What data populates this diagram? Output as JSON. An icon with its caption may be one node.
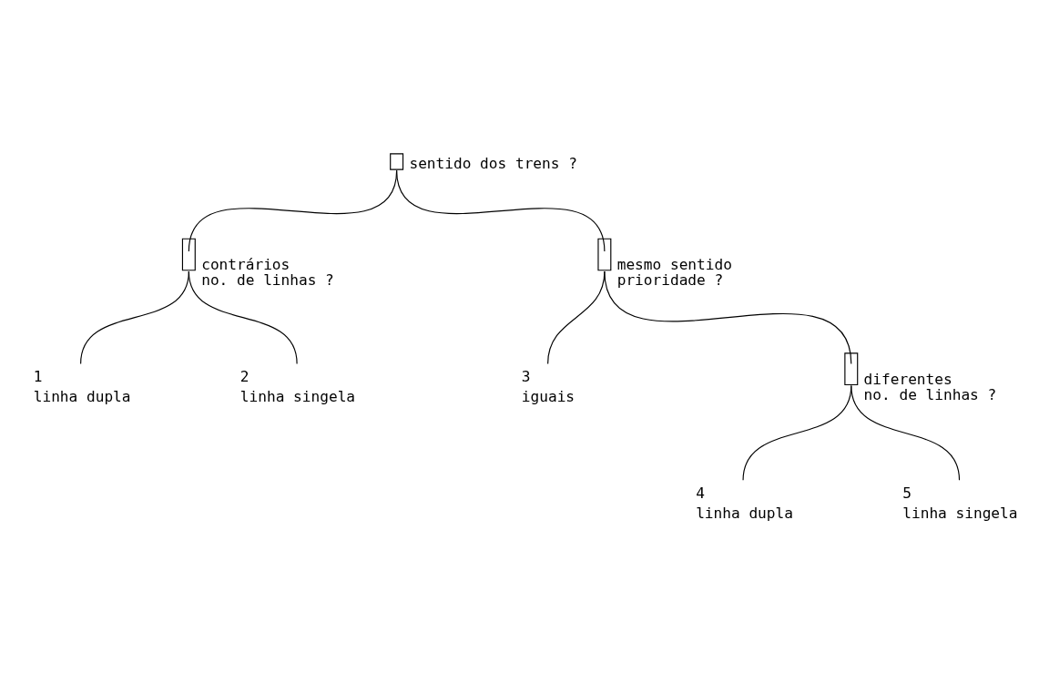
{
  "diagram": {
    "nodes": [
      {
        "text": [],
        "shape": "box",
        "beside": [
          "sentido dos trens ?"
        ]
      },
      {
        "text": [],
        "shape": "box",
        "beside": [
          "contrários",
          "no. de linhas ?"
        ]
      },
      {
        "text": [],
        "shape": "box",
        "beside": [
          "mesmo sentido",
          "prioridade ?"
        ]
      },
      {
        "text": [
          "1"
        ],
        "beside": [
          "linha dupla"
        ]
      },
      {
        "text": [
          "2"
        ],
        "beside": [
          "linha singela"
        ]
      },
      {
        "text": [
          "3"
        ],
        "beside": [
          "iguais"
        ]
      },
      {
        "text": [],
        "shape": "box",
        "beside": [
          "diferentes",
          "no. de linhas ?"
        ]
      },
      {
        "text": [
          "4"
        ],
        "beside": [
          "linha dupla"
        ]
      },
      {
        "text": [
          "5"
        ],
        "beside": [
          "linha singela"
        ]
      }
    ],
    "edges": [
      {
        "from": 0,
        "to": 1,
        "arrow": "none"
      },
      {
        "from": 0,
        "to": 2,
        "arrow": "none"
      },
      {
        "from": 1,
        "to": 3,
        "arrow": "none"
      },
      {
        "from": 1,
        "to": 4,
        "arrow": "none"
      },
      {
        "from": 2,
        "to": 5,
        "arrow": "none"
      },
      {
        "from": 2,
        "to": 6,
        "arrow": "none"
      },
      {
        "from": 6,
        "to": 7,
        "arrow": "none"
      },
      {
        "from": 6,
        "to": 8,
        "arrow": "none"
      }
    ]
  }
}
